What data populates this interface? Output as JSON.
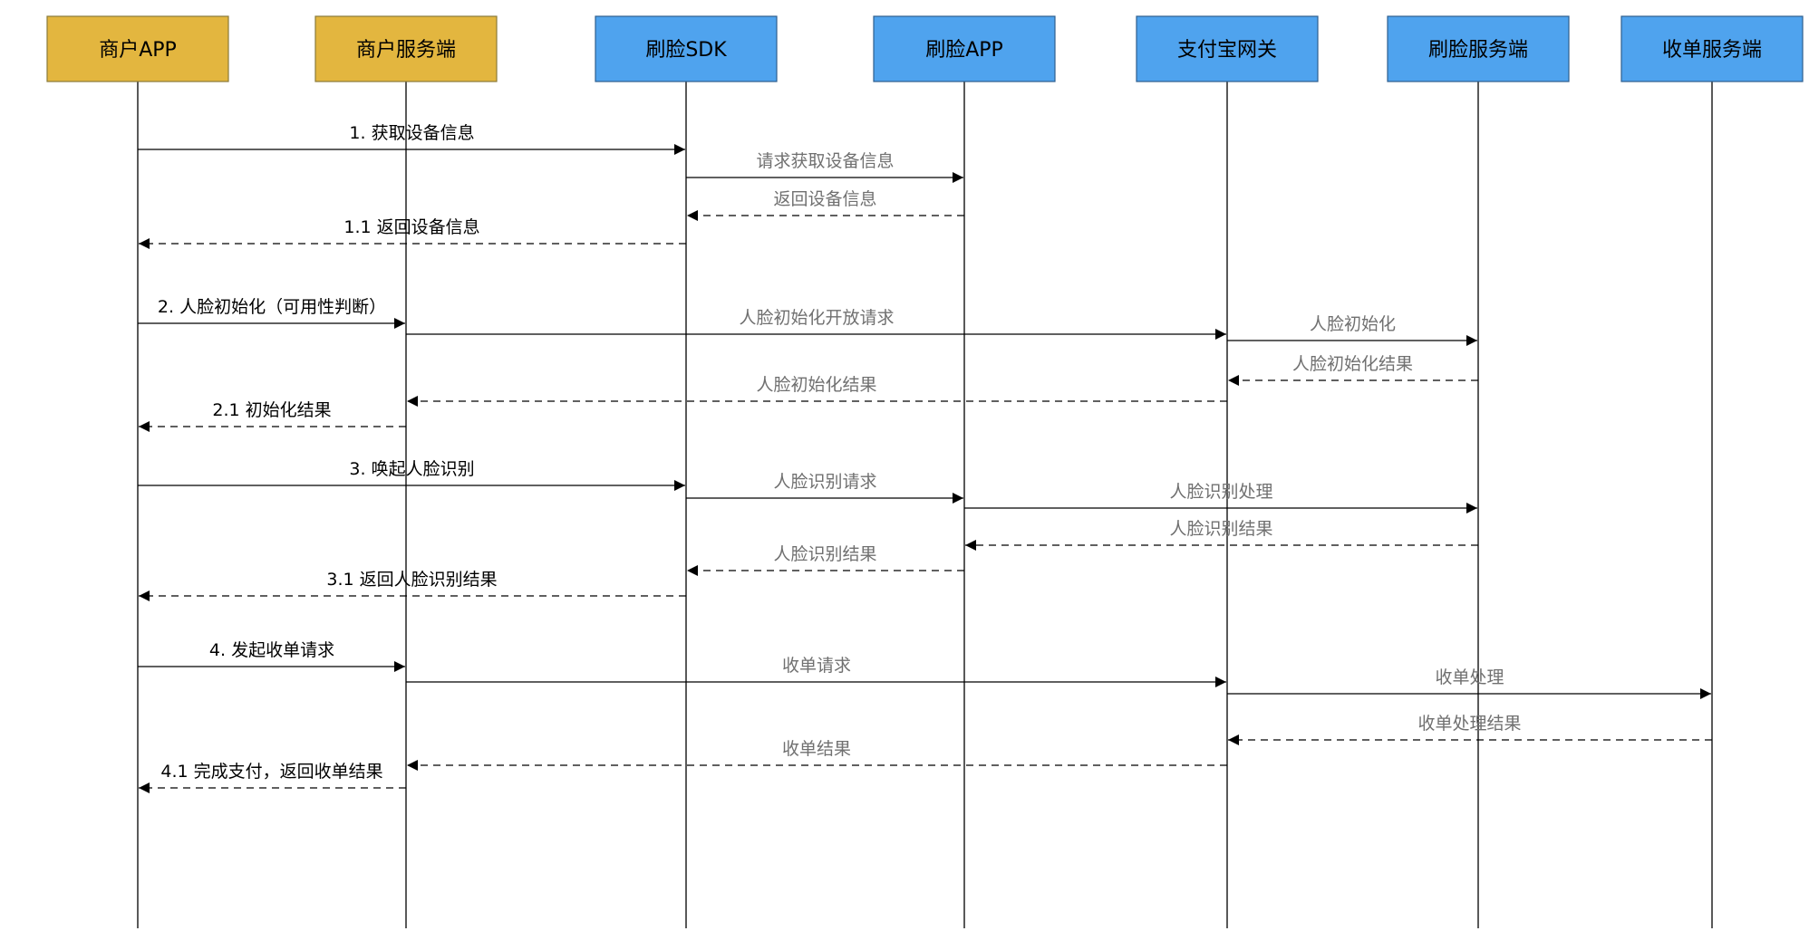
{
  "colors": {
    "merchant_fill": "#E3B63F",
    "merchant_stroke": "#8A7A3A",
    "system_fill": "#4FA3EE",
    "system_stroke": "#2E5E8E",
    "line": "#000000",
    "primary_text": "#000000",
    "secondary_text": "#707070"
  },
  "actors": [
    {
      "id": "merchant-app",
      "label": "商户APP",
      "kind": "merchant"
    },
    {
      "id": "merchant-server",
      "label": "商户服务端",
      "kind": "merchant"
    },
    {
      "id": "face-sdk",
      "label": "刷脸SDK",
      "kind": "system"
    },
    {
      "id": "face-app",
      "label": "刷脸APP",
      "kind": "system"
    },
    {
      "id": "alipay-gateway",
      "label": "支付宝网关",
      "kind": "system"
    },
    {
      "id": "face-server",
      "label": "刷脸服务端",
      "kind": "system"
    },
    {
      "id": "acquiring-server",
      "label": "收单服务端",
      "kind": "system"
    }
  ],
  "messages": [
    {
      "from": 0,
      "to": 2,
      "label": "1. 获取设备信息",
      "dashed": false,
      "muted": false
    },
    {
      "from": 2,
      "to": 3,
      "label": "请求获取设备信息",
      "dashed": false,
      "muted": true
    },
    {
      "from": 3,
      "to": 2,
      "label": "返回设备信息",
      "dashed": true,
      "muted": true
    },
    {
      "from": 2,
      "to": 0,
      "label": "1.1 返回设备信息",
      "dashed": true,
      "muted": false
    },
    {
      "from": 0,
      "to": 1,
      "label": "2. 人脸初始化（可用性判断）",
      "dashed": false,
      "muted": false
    },
    {
      "from": 1,
      "to": 4,
      "label": "人脸初始化开放请求",
      "dashed": false,
      "muted": true
    },
    {
      "from": 4,
      "to": 5,
      "label": "人脸初始化",
      "dashed": false,
      "muted": true
    },
    {
      "from": 5,
      "to": 4,
      "label": "人脸初始化结果",
      "dashed": true,
      "muted": true
    },
    {
      "from": 4,
      "to": 1,
      "label": "人脸初始化结果",
      "dashed": true,
      "muted": true
    },
    {
      "from": 1,
      "to": 0,
      "label": "2.1 初始化结果",
      "dashed": true,
      "muted": false
    },
    {
      "from": 0,
      "to": 2,
      "label": "3. 唤起人脸识别",
      "dashed": false,
      "muted": false
    },
    {
      "from": 2,
      "to": 3,
      "label": "人脸识别请求",
      "dashed": false,
      "muted": true
    },
    {
      "from": 3,
      "to": 5,
      "label": "人脸识别处理",
      "dashed": false,
      "muted": true
    },
    {
      "from": 5,
      "to": 3,
      "label": "人脸识别结果",
      "dashed": true,
      "muted": true
    },
    {
      "from": 3,
      "to": 2,
      "label": "人脸识别结果",
      "dashed": true,
      "muted": true
    },
    {
      "from": 2,
      "to": 0,
      "label": "3.1 返回人脸识别结果",
      "dashed": true,
      "muted": false
    },
    {
      "from": 0,
      "to": 1,
      "label": "4. 发起收单请求",
      "dashed": false,
      "muted": false
    },
    {
      "from": 1,
      "to": 4,
      "label": "收单请求",
      "dashed": false,
      "muted": true
    },
    {
      "from": 4,
      "to": 6,
      "label": "收单处理",
      "dashed": false,
      "muted": true
    },
    {
      "from": 6,
      "to": 4,
      "label": "收单处理结果",
      "dashed": true,
      "muted": true
    },
    {
      "from": 4,
      "to": 1,
      "label": "收单结果",
      "dashed": true,
      "muted": true
    },
    {
      "from": 1,
      "to": 0,
      "label": "4.1 完成支付，返回收单结果",
      "dashed": true,
      "muted": false
    }
  ]
}
